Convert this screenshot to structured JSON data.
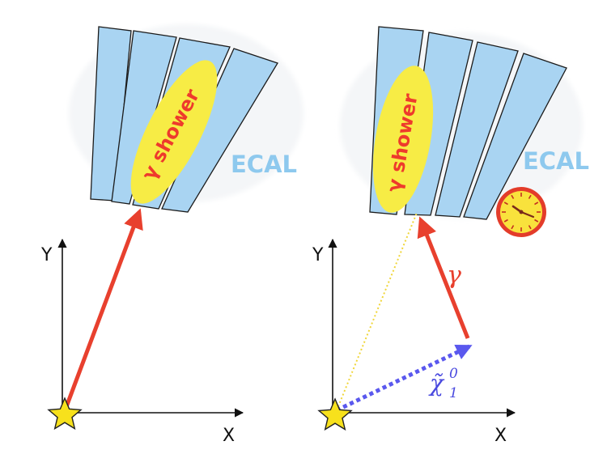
{
  "colors": {
    "calorimeter": "#a9d4f2",
    "outline": "#1b1b1b",
    "shower_fill": "#f7ec45",
    "shower_text": "#ee3a2c",
    "ecal_text": "#8ec9ee",
    "photon_arrow": "#e8402e",
    "neutralino_arrow": "#5a58ee",
    "neutralino_text": "#4a4adf",
    "dotted_path": "#f0d63a",
    "star": "#f7e11c",
    "clock_face": "#f9e23c",
    "clock_ring": "#e33c2a"
  },
  "left_panel": {
    "ecal_label": "ECAL",
    "shower_label": "γ shower",
    "x_axis_label": "X",
    "y_axis_label": "Y",
    "icons": [
      "star-icon"
    ]
  },
  "right_panel": {
    "ecal_label": "ECAL",
    "shower_label": "γ shower",
    "x_axis_label": "X",
    "y_axis_label": "Y",
    "photon_label": "γ",
    "neutralino_label": "χ̃",
    "neutralino_sup": "0",
    "neutralino_sub": "1",
    "icons": [
      "star-icon",
      "clock-icon"
    ]
  }
}
